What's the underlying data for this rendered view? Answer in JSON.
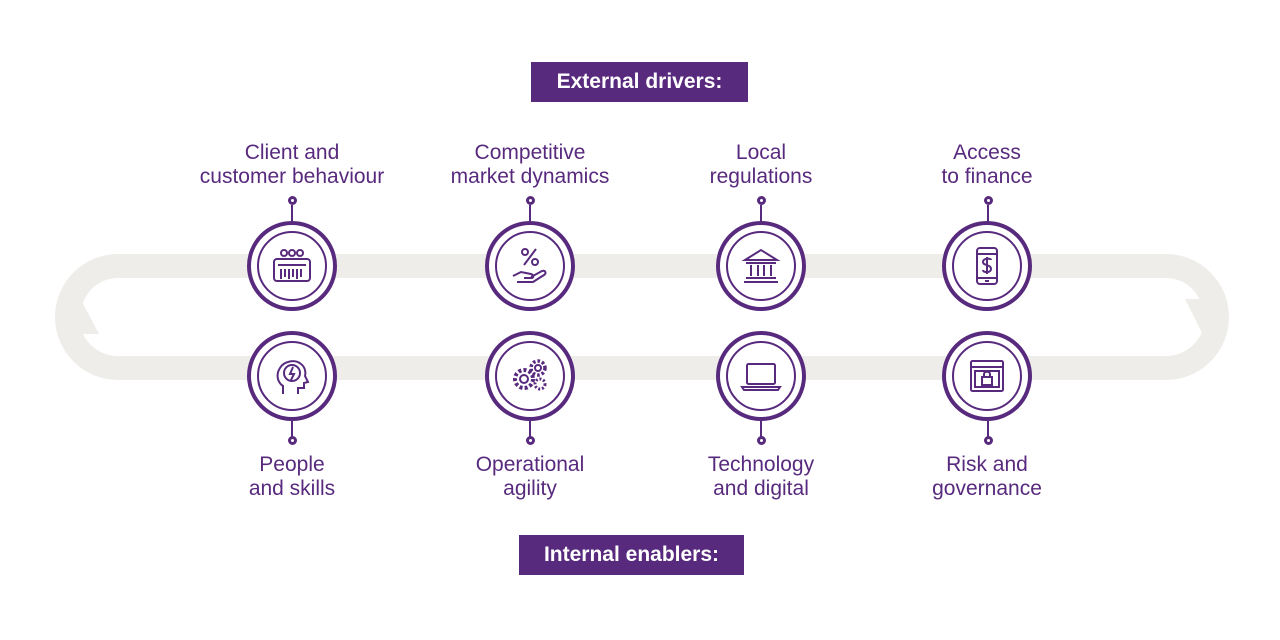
{
  "external_drivers": {
    "title": "External drivers:",
    "items": [
      {
        "line1": "Client and",
        "line2": "customer behaviour",
        "icon": "cash-register-icon"
      },
      {
        "line1": "Competitive",
        "line2": "market dynamics",
        "icon": "percent-hand-icon"
      },
      {
        "line1": "Local",
        "line2": "regulations",
        "icon": "bank-building-icon"
      },
      {
        "line1": "Access",
        "line2": "to finance",
        "icon": "mobile-dollar-icon"
      }
    ]
  },
  "internal_enablers": {
    "title": "Internal enablers:",
    "items": [
      {
        "line1": "People",
        "line2": "and skills",
        "icon": "head-lightning-icon"
      },
      {
        "line1": "Operational",
        "line2": "agility",
        "icon": "gears-icon"
      },
      {
        "line1": "Technology",
        "line2": "and digital",
        "icon": "laptop-icon"
      },
      {
        "line1": "Risk and",
        "line2": "governance",
        "icon": "secure-window-icon"
      }
    ]
  },
  "colors": {
    "accent": "#582a7e",
    "loop": "#efedea",
    "background": "#ffffff"
  }
}
